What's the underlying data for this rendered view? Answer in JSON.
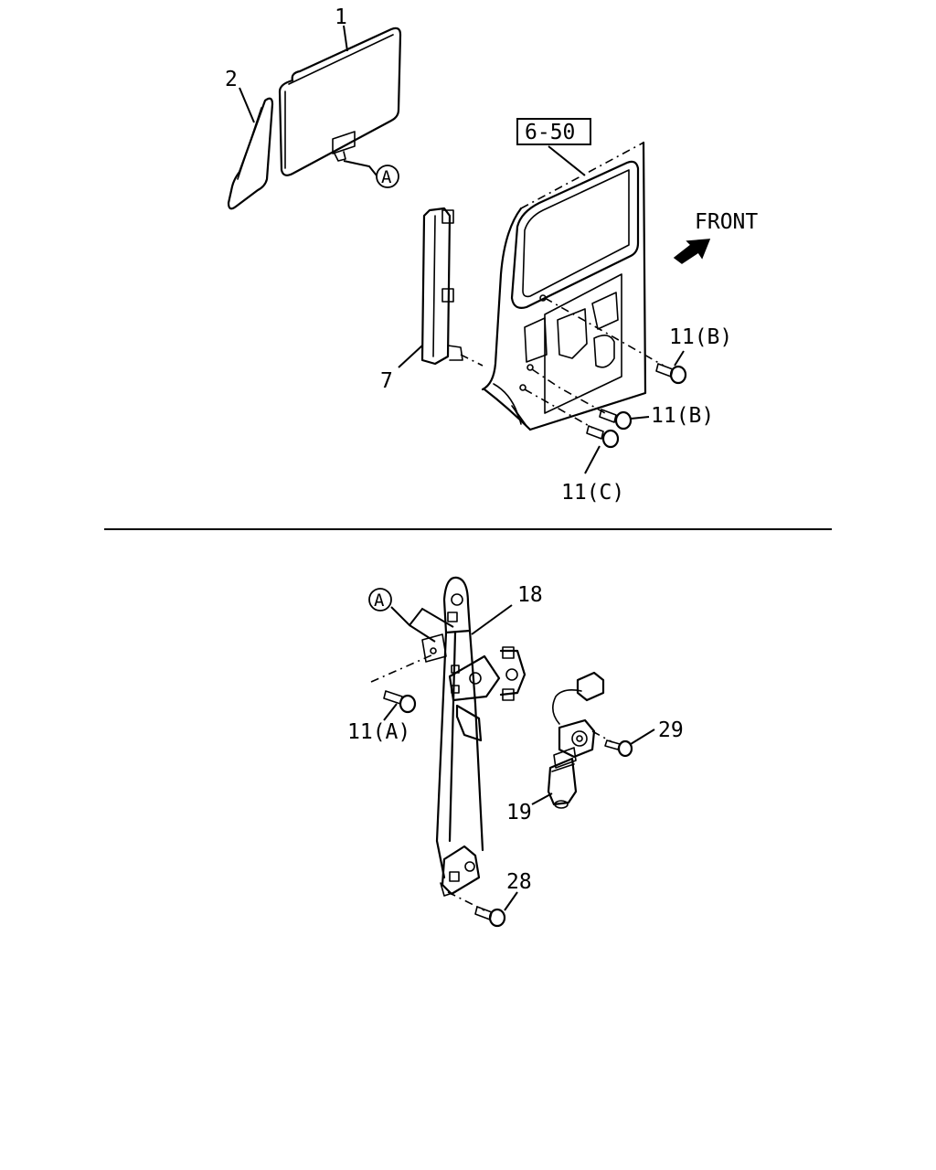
{
  "callouts": {
    "part_1": "1",
    "part_2": "2",
    "ref_box": "6-50",
    "front": "FRONT",
    "part_7": "7",
    "bolt_11b_upper": "11(B)",
    "bolt_11b_lower": "11(B)",
    "bolt_11c": "11(C)",
    "circle_a_top": "A",
    "circle_a_bottom": "A",
    "part_18": "18",
    "bolt_11a": "11(A)",
    "part_29": "29",
    "part_19": "19",
    "part_28": "28"
  }
}
